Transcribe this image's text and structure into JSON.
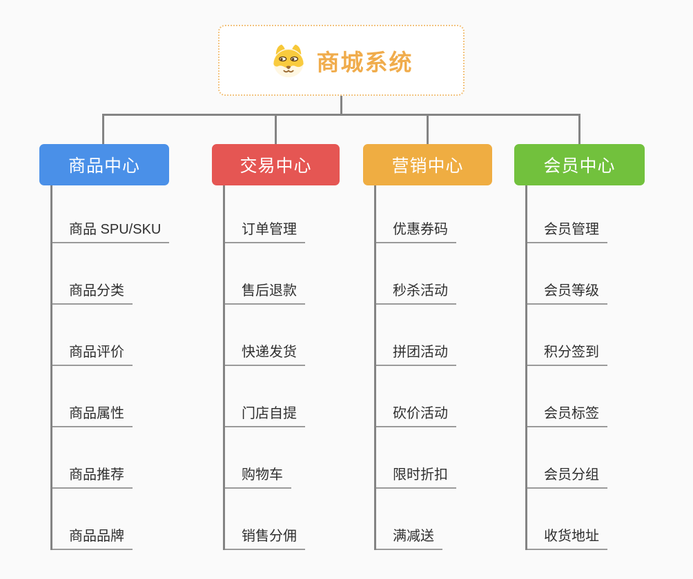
{
  "root": {
    "title": "商城系统",
    "icon": "dog-face-icon"
  },
  "colors": {
    "background": "#fafafa",
    "connector": "#848484",
    "trunk": "#838383",
    "underline": "#9a9a9a",
    "root_text": "#f0ac4c",
    "root_border": "#f2c27d",
    "leaf_text": "#2f2f2f",
    "branch_text": "#ffffff"
  },
  "branches": [
    {
      "label": "商品中心",
      "color": "#4a90e8",
      "children": [
        "商品 SPU/SKU",
        "商品分类",
        "商品评价",
        "商品属性",
        "商品推荐",
        "商品品牌"
      ]
    },
    {
      "label": "交易中心",
      "color": "#e55653",
      "children": [
        "订单管理",
        "售后退款",
        "快递发货",
        "门店自提",
        "购物车",
        "销售分佣"
      ]
    },
    {
      "label": "营销中心",
      "color": "#efad42",
      "children": [
        "优惠券码",
        "秒杀活动",
        "拼团活动",
        "砍价活动",
        "限时折扣",
        "满减送"
      ]
    },
    {
      "label": "会员中心",
      "color": "#72c13d",
      "children": [
        "会员管理",
        "会员等级",
        "积分签到",
        "会员标签",
        "会员分组",
        "收货地址"
      ]
    }
  ]
}
